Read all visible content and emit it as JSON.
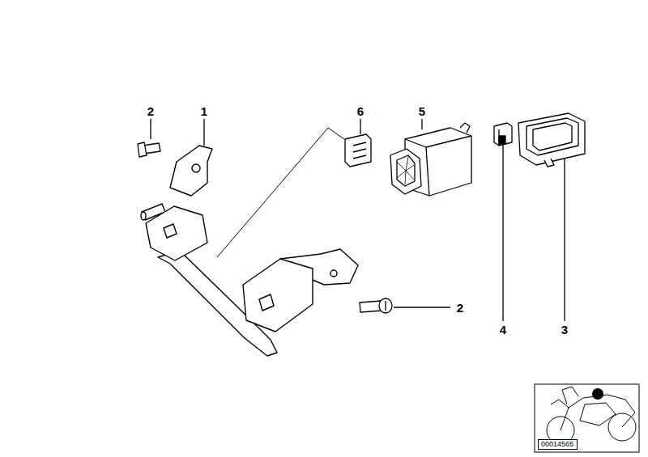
{
  "diagram": {
    "nodes": [
      {
        "text": [
          "00014565"
        ]
      }
    ],
    "labels": [
      "2",
      "1",
      "6",
      "5",
      "4",
      "3",
      "2"
    ]
  }
}
